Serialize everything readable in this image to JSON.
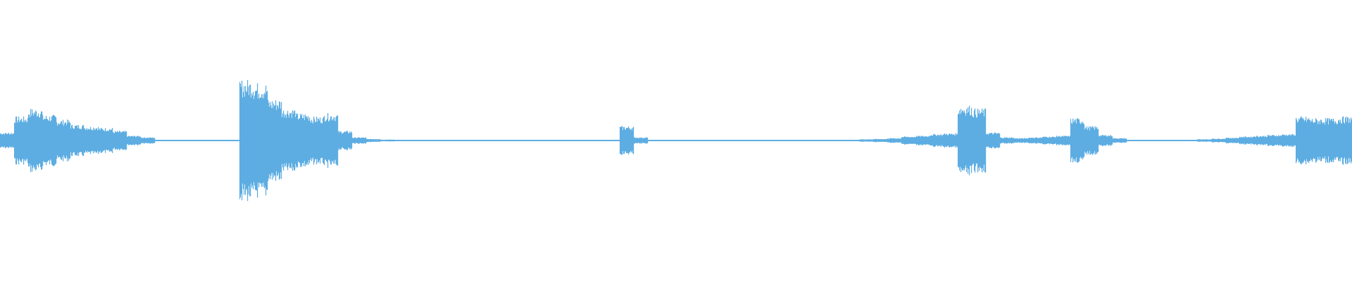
{
  "chart_data": {
    "type": "area",
    "description_kind": "audio-waveform",
    "color": "#5dade2",
    "background": "#ffffff",
    "amplitude_range": [
      -1,
      1
    ],
    "grid": false,
    "legend": "none",
    "amplitude_envelope": [
      0.05,
      0.15,
      0.2,
      0.16,
      0.13,
      0.1,
      0.09,
      0.08,
      0.06,
      0.03,
      0.02,
      0.004,
      0.003,
      0.003,
      0.003,
      0.003,
      0.003,
      0.38,
      0.36,
      0.26,
      0.2,
      0.17,
      0.15,
      0.17,
      0.06,
      0.02,
      0.01,
      0.006,
      0.003,
      0.003,
      0.003,
      0.003,
      0.003,
      0.003,
      0.003,
      0.003,
      0.003,
      0.003,
      0.003,
      0.003,
      0.003,
      0.003,
      0.003,
      0.003,
      0.09,
      0.02,
      0.003,
      0.003,
      0.003,
      0.003,
      0.003,
      0.003,
      0.003,
      0.003,
      0.003,
      0.003,
      0.003,
      0.003,
      0.003,
      0.003,
      0.003,
      0.008,
      0.01,
      0.015,
      0.025,
      0.03,
      0.04,
      0.045,
      0.22,
      0.2,
      0.05,
      0.02,
      0.015,
      0.02,
      0.025,
      0.03,
      0.14,
      0.09,
      0.035,
      0.015,
      0.004,
      0.004,
      0.004,
      0.004,
      0.004,
      0.008,
      0.012,
      0.018,
      0.025,
      0.03,
      0.035,
      0.04,
      0.15,
      0.14,
      0.14,
      0.15
    ]
  }
}
